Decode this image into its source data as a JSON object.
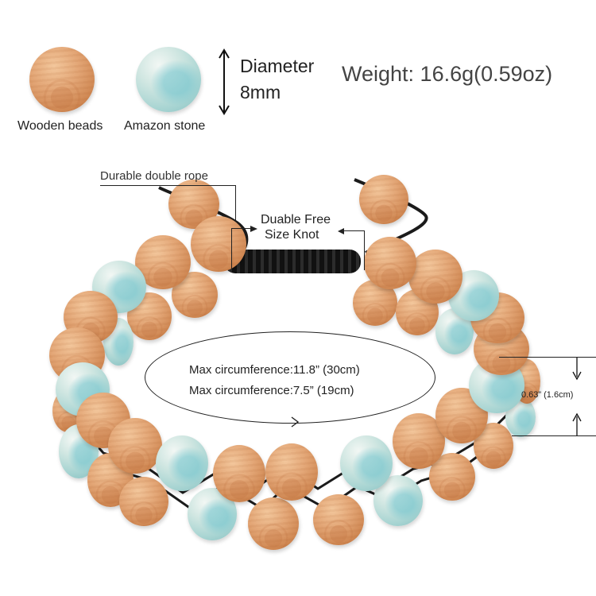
{
  "legend": {
    "wooden_label": "Wooden beads",
    "stone_label": "Amazon stone",
    "diameter_label": "Diameter",
    "diameter_value": "8mm",
    "weight": "Weight: 16.6g(0.59oz)"
  },
  "callouts": {
    "rope": "Durable double rope",
    "knot_line1": "Duable Free",
    "knot_line2": "Size Knot",
    "circ_max": "Max circumference:11.8”  (30cm)",
    "circ_min": "Max circumference:7.5”  (19cm)",
    "width": "0.63”  (1.6cm)"
  },
  "icons": {
    "diameter_arrow": "double-vertical-arrow",
    "circumference_arrow": "chevron-right",
    "width_arrows": "inward-vertical-arrows"
  },
  "colors": {
    "background": "#ffffff",
    "text": "#222222",
    "weight_text": "#444444",
    "wood": "#e3a676",
    "stone": "#a7d4d2",
    "rope": "#1b1b1b"
  }
}
